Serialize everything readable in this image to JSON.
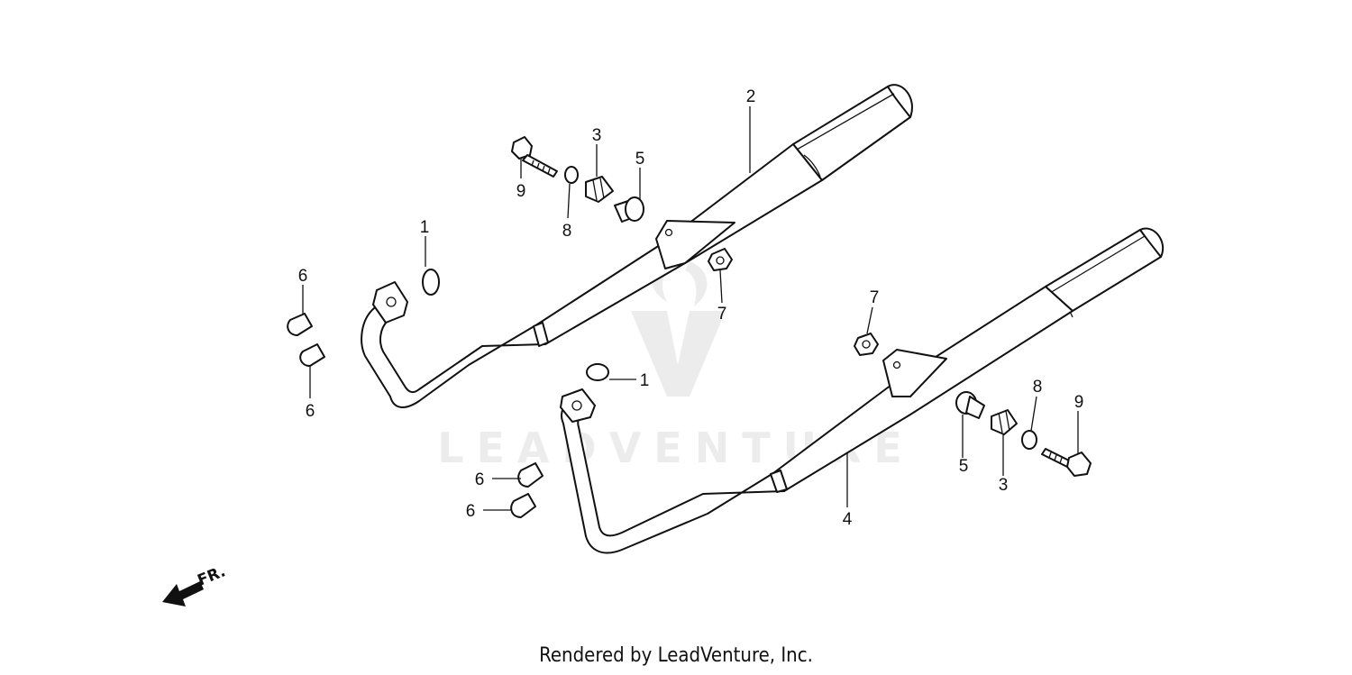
{
  "diagram": {
    "callouts": [
      {
        "id": "c2",
        "text": "2"
      },
      {
        "id": "c3a",
        "text": "3"
      },
      {
        "id": "c5a",
        "text": "5"
      },
      {
        "id": "c9a",
        "text": "9"
      },
      {
        "id": "c8a",
        "text": "8"
      },
      {
        "id": "c1a",
        "text": "1"
      },
      {
        "id": "c6a",
        "text": "6"
      },
      {
        "id": "c6b",
        "text": "6"
      },
      {
        "id": "c7a",
        "text": "7"
      },
      {
        "id": "c7b",
        "text": "7"
      },
      {
        "id": "c1b",
        "text": "1"
      },
      {
        "id": "c8b",
        "text": "8"
      },
      {
        "id": "c9b",
        "text": "9"
      },
      {
        "id": "c5b",
        "text": "5"
      },
      {
        "id": "c3b",
        "text": "3"
      },
      {
        "id": "c4",
        "text": "4"
      },
      {
        "id": "c6c",
        "text": "6"
      },
      {
        "id": "c6d",
        "text": "6"
      }
    ],
    "direction_label": "FR.",
    "watermark": "LEADVENTURE"
  },
  "footer": {
    "text": "Rendered by LeadVenture, Inc."
  }
}
